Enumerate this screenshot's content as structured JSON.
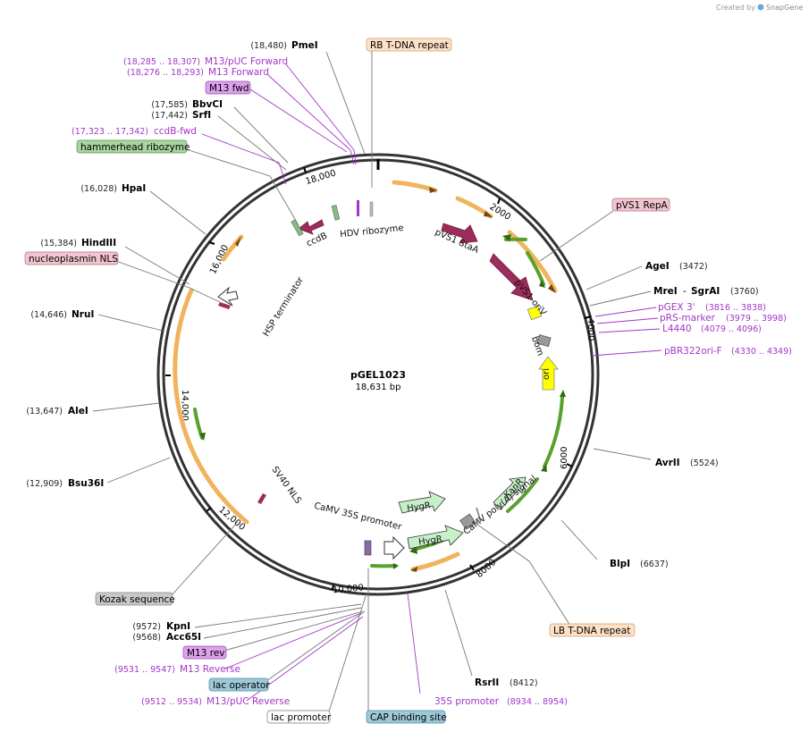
{
  "credit": "Created by",
  "credit_brand": "SnapGene",
  "plasmid": {
    "name": "pGEL1023",
    "length": "18,631 bp"
  },
  "ticks": [
    "2000",
    "4000",
    "6000",
    "8000",
    "10,000",
    "12,000",
    "14,000",
    "16,000",
    "18,000"
  ],
  "boxed": {
    "rb_tdna": "RB T-DNA repeat",
    "m13_fwd": "M13 fwd",
    "hammerhead": "hammerhead ribozyme",
    "nucleoplasmin": "nucleoplasmin NLS",
    "pvs1_repa": "pVS1 RepA",
    "kozak": "Kozak sequence",
    "m13_rev": "M13 rev",
    "lac_operator": "lac operator",
    "lac_promoter": "lac promoter",
    "cap_site": "CAP binding site",
    "lb_tdna": "LB T-DNA repeat"
  },
  "sites": {
    "pmei": {
      "name": "PmeI",
      "pos": "(18,480)"
    },
    "bbvci": {
      "name": "BbvCI",
      "pos": "(17,585)"
    },
    "srfi": {
      "name": "SrfI",
      "pos": "(17,442)"
    },
    "hpai": {
      "name": "HpaI",
      "pos": "(16,028)"
    },
    "hindiii": {
      "name": "HindIII",
      "pos": "(15,384)"
    },
    "nrui": {
      "name": "NruI",
      "pos": "(14,646)"
    },
    "alei": {
      "name": "AleI",
      "pos": "(13,647)"
    },
    "bsu36i": {
      "name": "Bsu36I",
      "pos": "(12,909)"
    },
    "kpni": {
      "name": "KpnI",
      "pos": "(9572)"
    },
    "acc65i": {
      "name": "Acc65I",
      "pos": "(9568)"
    },
    "agei": {
      "name": "AgeI",
      "pos": "(3472)"
    },
    "mrei": {
      "name": "MreI",
      "sep": "-",
      "name2": "SgrAI",
      "pos": "(3760)"
    },
    "avrii": {
      "name": "AvrII",
      "pos": "(5524)"
    },
    "blpi": {
      "name": "BlpI",
      "pos": "(6637)"
    },
    "rsrii": {
      "name": "RsrII",
      "pos": "(8412)"
    }
  },
  "primers": {
    "m13puc_fwd": {
      "name": "M13/pUC Forward",
      "pos": "(18,285 .. 18,307)"
    },
    "m13_forward": {
      "name": "M13 Forward",
      "pos": "(18,276 .. 18,293)"
    },
    "ccdb_fwd": {
      "name": "ccdB-fwd",
      "pos": "(17,323 .. 17,342)"
    },
    "pgex3": {
      "name": "pGEX 3'",
      "pos": "(3816 .. 3838)"
    },
    "prs_marker": {
      "name": "pRS-marker",
      "pos": "(3979 .. 3998)"
    },
    "l4440": {
      "name": "L4440",
      "pos": "(4079 .. 4096)"
    },
    "pbr322": {
      "name": "pBR322ori-F",
      "pos": "(4330 .. 4349)"
    },
    "m13_reverse": {
      "name": "M13 Reverse",
      "pos": "(9531 .. 9547)"
    },
    "m13puc_rev": {
      "name": "M13/pUC Reverse",
      "pos": "(9512 .. 9534)"
    },
    "p35s": {
      "name": "35S promoter",
      "pos": "(8934 .. 8954)"
    }
  },
  "features": {
    "ccdb": "ccdB",
    "hdv": "HDV ribozyme",
    "pvs1_staa": "pVS1 StaA",
    "pvs1_oriv": "pVS1 oriV",
    "bom": "bom",
    "ori": "ori",
    "kanr": "KanR",
    "camv_polya": "CaMV poly(A) signal",
    "hygr1": "HygR",
    "hygr2": "HygR",
    "camv_35s": "CaMV 35S promoter",
    "sv40": "SV40 NLS",
    "hsp": "HSP terminator"
  },
  "colors": {
    "backbone": "#333333",
    "orange": "#f0b45c",
    "green_orf": "#5aa02c",
    "maroon": "#9c2c5c",
    "yellow": "#ffff00",
    "light_green": "#c8f0c8",
    "primer": "#a335c9",
    "box_orange": "#fde0c5",
    "box_pink": "#f2c4cf",
    "box_green": "#a8d5a0",
    "box_violet": "#dca0ec",
    "box_grey": "#c8c8c8",
    "box_blue": "#9cc8d8"
  }
}
